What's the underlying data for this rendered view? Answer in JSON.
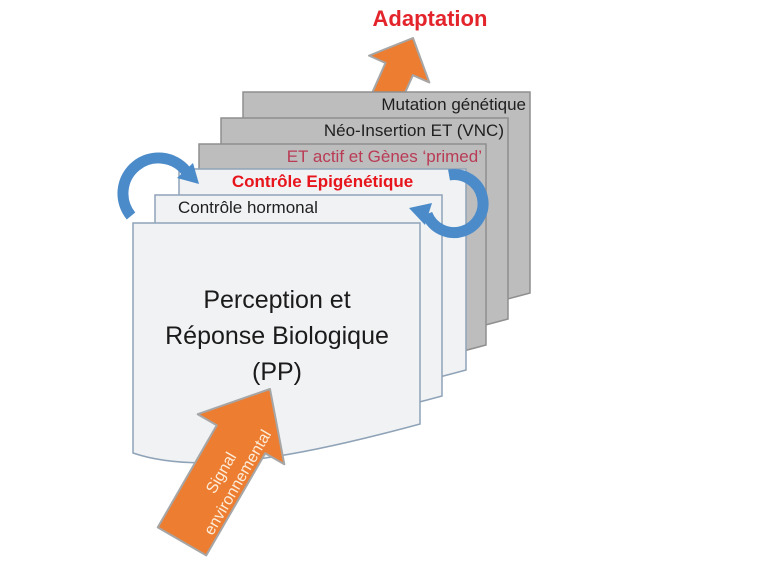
{
  "diagram": {
    "adaptation_label": "Adaptation",
    "layers": [
      {
        "id": "mutation-genetique",
        "label": "Mutation génétique"
      },
      {
        "id": "neo-insertion-et",
        "label": "Néo-Insertion ET (VNC)"
      },
      {
        "id": "et-actif-genes",
        "label": "ET actif et Gènes ‘primed’"
      },
      {
        "id": "controle-epigenetique",
        "label": "Contrôle Epigénétique"
      },
      {
        "id": "controle-hormonal",
        "label": "Contrôle hormonal"
      }
    ],
    "front_card": {
      "lines": [
        "Perception et",
        "Réponse Biologique",
        "(PP)"
      ]
    },
    "signal_arrow": {
      "lines": [
        "Signal",
        "environnemental"
      ]
    },
    "colors": {
      "orange_arrow": "#ED7D31",
      "arrow_outline": "#A6A6A6",
      "blue_cycle_arrow": "#4C8BC9",
      "red_accent": "#E8141C",
      "adaptation_red": "#E3242B",
      "maroon_text": "#B93B55",
      "gray_card_fill": "#BDBDBD",
      "gray_card_border": "#8F8F8F",
      "light_card_fill": "#F1F2F4",
      "light_card_border": "#8FA3B8",
      "signal_text_color": "#FCEDD9"
    }
  }
}
